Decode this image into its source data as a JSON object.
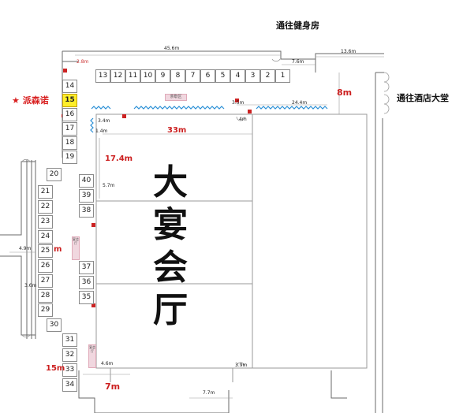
{
  "directions": {
    "gym": "通往健身房",
    "lobby": "通往酒店大堂"
  },
  "highlight": {
    "star": "★",
    "company": "派森诺",
    "booth": "15",
    "color": "#ffee2a",
    "star_color": "#d81e1e"
  },
  "hall": {
    "c1": "大",
    "c2": "宴",
    "c3": "会",
    "c4": "厅"
  },
  "booths": {
    "top_row": [
      "13",
      "12",
      "11",
      "10",
      "9",
      "8",
      "7",
      "6",
      "5",
      "4",
      "3",
      "2",
      "1"
    ],
    "left_col": [
      "14",
      "15",
      "16",
      "17",
      "18",
      "19"
    ],
    "b20": "20",
    "wall_col": [
      "21",
      "22",
      "23",
      "24",
      "25",
      "26",
      "27",
      "28",
      "29"
    ],
    "b30": "30",
    "bottom_col": [
      "31",
      "32",
      "33",
      "34"
    ],
    "inner_top": [
      "40",
      "39",
      "38"
    ],
    "inner_mid": [
      "37",
      "36",
      "35"
    ]
  },
  "dimensions": {
    "d45_6": "45.6m",
    "d13_6": "13.6m",
    "d7_6": "7.6m",
    "d8": "8m",
    "d24_4": "24.4m",
    "d4": "4m",
    "d33": "33m",
    "d17_4": "17.4m",
    "d2_8": "2.8m",
    "d3_4": "3.4m",
    "d5_7": "5.7m",
    "m_mid": "m",
    "d4_9": "4.9m",
    "d3_6": "3.6m",
    "d15": "15m",
    "d7": "7m",
    "d7_7": "7.7m",
    "d4_6": "4.6m",
    "d3_9": "3.9m",
    "d1_4": "1.4m",
    "d3_5": "3.5m"
  },
  "labels": {
    "tea_area": "茶歇区",
    "entrance_a": "宴会厅",
    "entrance_b": "宴会厅"
  },
  "colors": {
    "wall": "#555555",
    "dim_line": "#999999",
    "zigzag": "#2b8fd6",
    "pillar": "#cc2222"
  }
}
